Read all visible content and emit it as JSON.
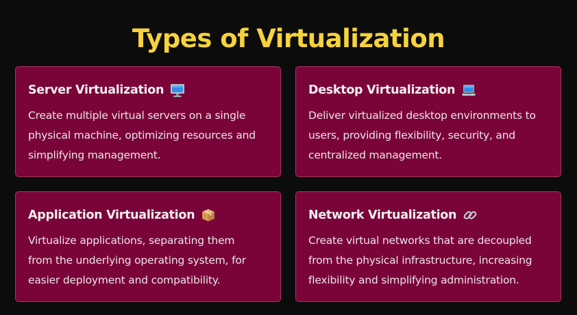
{
  "colors": {
    "background": "#0c0c0c",
    "title": "#f6d23c",
    "card_background": "#7a0439",
    "card_border": "#a8355f",
    "card_text": "#ece4e8"
  },
  "header": {
    "title": "Types of Virtualization"
  },
  "cards": [
    {
      "title": "Server Virtualization",
      "icon": "desktop-computer-icon",
      "description_lines": [
        "Create multiple virtual servers on a single",
        "physical machine, optimizing resources and",
        "simplifying management."
      ]
    },
    {
      "title": "Desktop Virtualization",
      "icon": "laptop-icon",
      "description_lines": [
        "Deliver virtualized desktop environments to",
        "users, providing flexibility, security, and",
        "centralized management."
      ]
    },
    {
      "title": "Application Virtualization",
      "icon": "package-icon",
      "description_lines": [
        "Virtualize applications, separating them",
        "from the underlying operating system, for",
        "easier deployment and compatibility."
      ]
    },
    {
      "title": "Network Virtualization",
      "icon": "link-icon",
      "description_lines": [
        "Create virtual networks that are decoupled",
        "from the physical infrastructure, increasing",
        "flexibility and simplifying administration."
      ]
    }
  ]
}
